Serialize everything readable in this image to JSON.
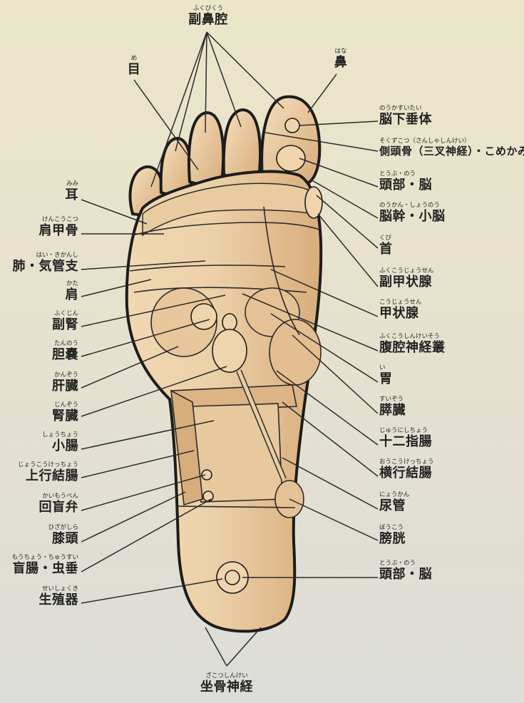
{
  "labels": {
    "fukubikuu": {
      "furi": "ふくびくう",
      "main": "副鼻腔"
    },
    "me": {
      "furi": "め",
      "main": "目"
    },
    "hana": {
      "furi": "はな",
      "main": "鼻"
    },
    "noukasuitai": {
      "furi": "のうかすいたい",
      "main": "脳下垂体"
    },
    "sokuzukotsu": {
      "furi": "そくずこつ（さんしゃしんけい）",
      "main": "側頭骨（三叉神経）・こめかみ"
    },
    "toubu_nou_top": {
      "furi": "とうぶ・のう",
      "main": "頭部・脳"
    },
    "noukan": {
      "furi": "のうかん・しょうのう",
      "main": "脳幹・小脳"
    },
    "kubi": {
      "furi": "くび",
      "main": "首"
    },
    "fukukoujousen": {
      "furi": "ふくこうじょうせん",
      "main": "副甲状腺"
    },
    "koujousen": {
      "furi": "こうじょうせん",
      "main": "甲状腺"
    },
    "fukukou": {
      "furi": "ふくこうしんけいそう",
      "main": "腹腔神経叢"
    },
    "i": {
      "furi": "い",
      "main": "胃"
    },
    "suizou": {
      "furi": "すいぞう",
      "main": "膵臓"
    },
    "juunishichou": {
      "furi": "じゅうにしちょう",
      "main": "十二指腸"
    },
    "oukou": {
      "furi": "おうこうけっちょう",
      "main": "横行結腸"
    },
    "nyoukan": {
      "furi": "にょうかん",
      "main": "尿管"
    },
    "boukou": {
      "furi": "ぼうこう",
      "main": "膀胱"
    },
    "toubu_nou_heel": {
      "furi": "とうぶ・のう",
      "main": "頭部・脳"
    },
    "mimi": {
      "furi": "みみ",
      "main": "耳"
    },
    "kenkoukotsu": {
      "furi": "けんこうこつ",
      "main": "肩甲骨"
    },
    "hai": {
      "furi": "はい・きかんし",
      "main": "肺・気管支"
    },
    "kata": {
      "furi": "かた",
      "main": "肩"
    },
    "fukujin": {
      "furi": "ふくじん",
      "main": "副腎"
    },
    "tannou": {
      "furi": "たんのう",
      "main": "胆嚢"
    },
    "kanzou": {
      "furi": "かんぞう",
      "main": "肝臓"
    },
    "jinzou": {
      "furi": "じんぞう",
      "main": "腎臓"
    },
    "shouchou": {
      "furi": "しょうちょう",
      "main": "小腸"
    },
    "joukou": {
      "furi": "じょうこうけっちょう",
      "main": "上行結腸"
    },
    "kaimouben": {
      "furi": "かいもうべん",
      "main": "回盲弁"
    },
    "hizagashira": {
      "furi": "ひざがしら",
      "main": "膝頭"
    },
    "mouchou": {
      "furi": "もうちょう・ちゅうすい",
      "main": "盲腸・虫垂"
    },
    "seishokuki": {
      "furi": "せいしょくき",
      "main": "生殖器"
    },
    "zakotsu": {
      "furi": "ざこつしんけい",
      "main": "坐骨神経"
    }
  },
  "colors": {
    "foot_skin": "#e6c79e",
    "foot_shadow": "#c99a69",
    "outline": "#1c1c1c",
    "line": "#2a2a2a"
  }
}
